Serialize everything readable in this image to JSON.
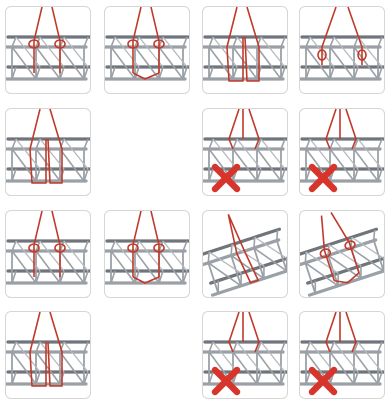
{
  "title": "",
  "colors": {
    "truss": "#9aa0a6",
    "truss_dark": "#6f757b",
    "sling": "#c0392b",
    "forbidden_mark": "#d7352b",
    "tile_border": "#d6d6d6"
  },
  "legend": {
    "forbidden_icon": "x-cross-icon"
  },
  "tiles": [
    {
      "row": 1,
      "col": 1,
      "view": "horizontal",
      "rigging": "two-slings-choker",
      "forbidden": false
    },
    {
      "row": 1,
      "col": 2,
      "view": "horizontal",
      "rigging": "two-slings-wrapped",
      "forbidden": false
    },
    {
      "row": 1,
      "col": 3,
      "view": "horizontal",
      "rigging": "basket-under-chords",
      "forbidden": false
    },
    {
      "row": 1,
      "col": 4,
      "view": "horizontal",
      "rigging": "two-slings-spread",
      "forbidden": false
    },
    {
      "row": 2,
      "col": 1,
      "view": "horizontal",
      "rigging": "basket-through-truss",
      "forbidden": false
    },
    {
      "row": 2,
      "col": 3,
      "view": "horizontal",
      "rigging": "slings-top-chords-only",
      "forbidden": true
    },
    {
      "row": 2,
      "col": 4,
      "view": "horizontal",
      "rigging": "slings-top-chords-only",
      "forbidden": true
    },
    {
      "row": 3,
      "col": 1,
      "view": "horizontal",
      "rigging": "two-slings-choker",
      "forbidden": false
    },
    {
      "row": 3,
      "col": 2,
      "view": "horizontal",
      "rigging": "two-slings-basket",
      "forbidden": false
    },
    {
      "row": 3,
      "col": 3,
      "view": "rotated",
      "rigging": "single-sling-choker",
      "forbidden": false
    },
    {
      "row": 3,
      "col": 4,
      "view": "rotated",
      "rigging": "two-slings-wrapped",
      "forbidden": false
    },
    {
      "row": 4,
      "col": 1,
      "view": "horizontal",
      "rigging": "basket-through-truss",
      "forbidden": false
    },
    {
      "row": 4,
      "col": 3,
      "view": "horizontal",
      "rigging": "slings-top-chords-only",
      "forbidden": true
    },
    {
      "row": 4,
      "col": 4,
      "view": "horizontal",
      "rigging": "slings-top-chords-only",
      "forbidden": true
    }
  ]
}
